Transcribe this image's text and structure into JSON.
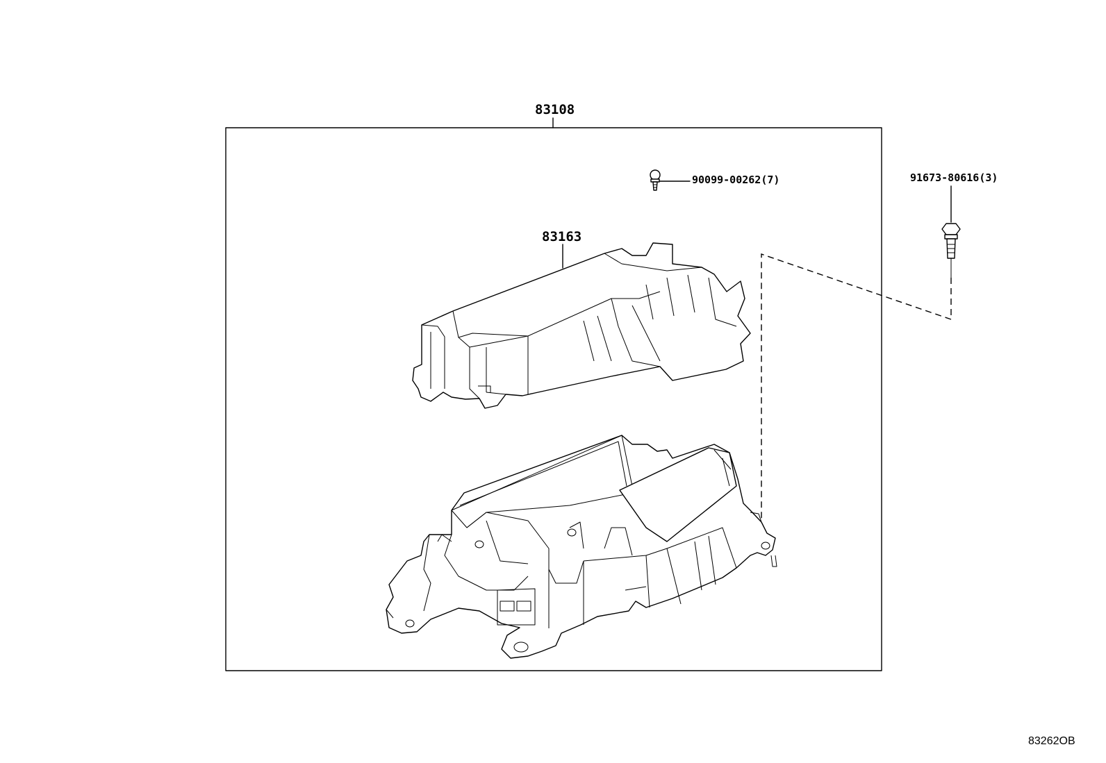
{
  "diagram": {
    "parts": {
      "assembly": "83108",
      "cover": "83163",
      "screw": "90099-00262(7)",
      "bolt": "91673-80616(3)"
    },
    "reference_code": "83262OB"
  }
}
